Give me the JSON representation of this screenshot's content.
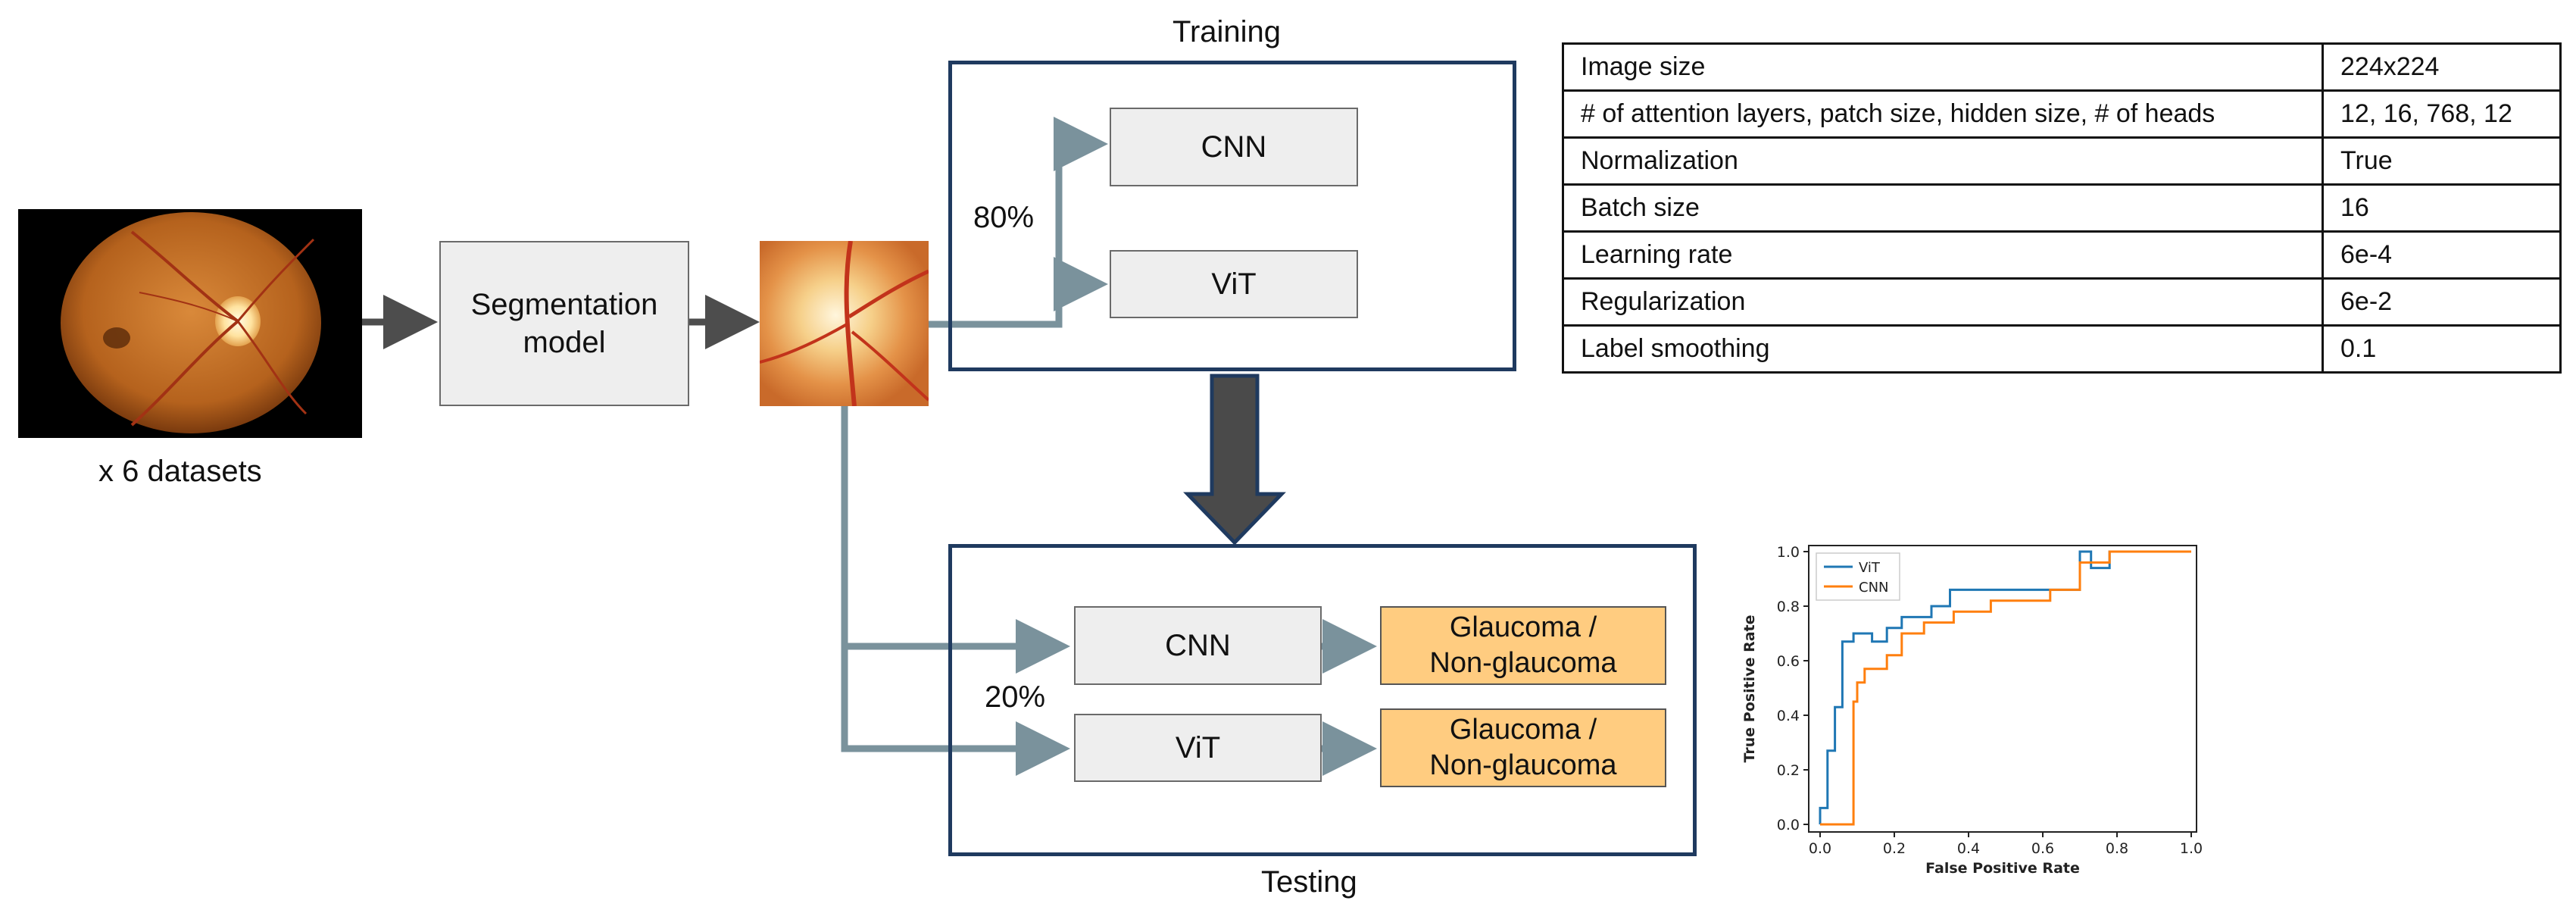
{
  "input": {
    "caption": "x 6 datasets"
  },
  "segmentation": {
    "label_line1": "Segmentation",
    "label_line2": "model"
  },
  "training": {
    "title": "Training",
    "split": "80%",
    "cnn": "CNN",
    "vit": "ViT"
  },
  "testing": {
    "title": "Testing",
    "split": "20%",
    "cnn": "CNN",
    "vit": "ViT",
    "output_line1": "Glaucoma /",
    "output_line2": "Non-glaucoma"
  },
  "params_table": {
    "rows": [
      {
        "key": "Image size",
        "value": "224x224"
      },
      {
        "key": "# of attention layers, patch size, hidden size, # of heads",
        "value": "12, 16, 768, 12"
      },
      {
        "key": "Normalization",
        "value": "True"
      },
      {
        "key": "Batch size",
        "value": "16"
      },
      {
        "key": "Learning rate",
        "value": "6e-4"
      },
      {
        "key": "Regularization",
        "value": "6e-2"
      },
      {
        "key": "Label smoothing",
        "value": "0.1"
      }
    ]
  },
  "colors": {
    "flow_arrow": "#7a929c",
    "dark_arrow": "#4d4d4d",
    "frame": "#1f3a5f",
    "output_fill": "#ffcc80",
    "vit": "#1f77b4",
    "cnn": "#ff7f0e"
  },
  "chart_data": {
    "type": "line",
    "xlabel": "False Positive Rate",
    "ylabel": "True Positive Rate",
    "xlim": [
      0,
      1
    ],
    "ylim": [
      0,
      1
    ],
    "xticks": [
      "0.0",
      "0.2",
      "0.4",
      "0.6",
      "0.8",
      "1.0"
    ],
    "yticks": [
      "0.0",
      "0.2",
      "0.4",
      "0.6",
      "0.8",
      "1.0"
    ],
    "legend_position": "top-left",
    "series": [
      {
        "name": "ViT",
        "x": [
          0,
          0,
          0.02,
          0.02,
          0.04,
          0.04,
          0.06,
          0.06,
          0.09,
          0.09,
          0.14,
          0.14,
          0.18,
          0.18,
          0.22,
          0.22,
          0.3,
          0.3,
          0.35,
          0.35,
          0.5,
          0.5,
          0.6,
          0.6,
          0.7,
          0.7,
          0.73,
          0.73,
          0.78,
          0.78,
          1.0
        ],
        "y": [
          0,
          0.06,
          0.06,
          0.27,
          0.27,
          0.43,
          0.43,
          0.67,
          0.67,
          0.7,
          0.7,
          0.67,
          0.67,
          0.72,
          0.72,
          0.76,
          0.76,
          0.8,
          0.8,
          0.86,
          0.86,
          0.86,
          0.86,
          0.86,
          0.86,
          1.0,
          1.0,
          0.94,
          0.94,
          1.0,
          1.0
        ]
      },
      {
        "name": "CNN",
        "x": [
          0,
          0.09,
          0.09,
          0.1,
          0.1,
          0.12,
          0.12,
          0.18,
          0.18,
          0.22,
          0.22,
          0.28,
          0.28,
          0.36,
          0.36,
          0.46,
          0.46,
          0.62,
          0.62,
          0.7,
          0.7,
          0.78,
          0.78,
          1.0
        ],
        "y": [
          0,
          0,
          0.45,
          0.45,
          0.52,
          0.52,
          0.57,
          0.57,
          0.62,
          0.62,
          0.7,
          0.7,
          0.74,
          0.74,
          0.78,
          0.78,
          0.82,
          0.82,
          0.86,
          0.86,
          0.96,
          0.96,
          1.0,
          1.0
        ]
      }
    ]
  }
}
